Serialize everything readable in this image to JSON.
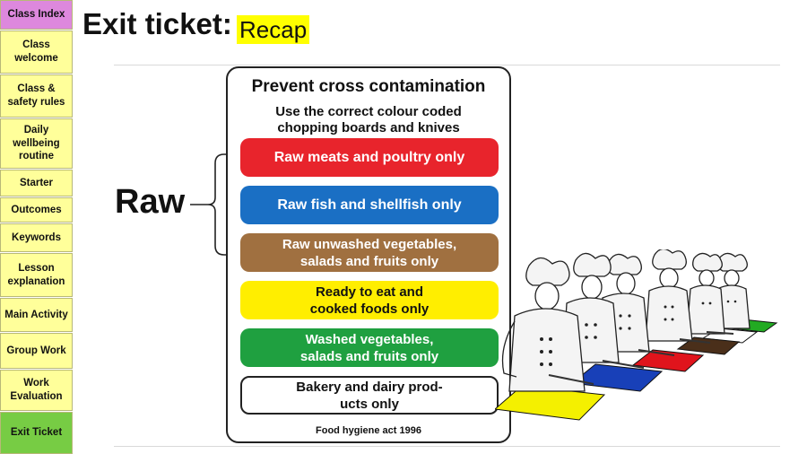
{
  "sidebar": {
    "items": [
      {
        "label": "Class Index",
        "style": "index"
      },
      {
        "label": "Class\nwelcome",
        "style": "yellow"
      },
      {
        "label": "Class &\nsafety rules",
        "style": "yellow"
      },
      {
        "label": "Daily\nwellbeing\nroutine",
        "style": "yellow"
      },
      {
        "label": "Starter",
        "style": "yellow"
      },
      {
        "label": "Outcomes",
        "style": "yellow"
      },
      {
        "label": "Keywords",
        "style": "yellow"
      },
      {
        "label": "Lesson\nexplanation",
        "style": "yellow"
      },
      {
        "label": "Main Activity",
        "style": "yellow"
      },
      {
        "label": "Group Work",
        "style": "yellow"
      },
      {
        "label": "Work\nEvaluation",
        "style": "yellow"
      },
      {
        "label": "Exit Ticket",
        "style": "exit"
      }
    ]
  },
  "header": {
    "title": "Exit ticket:",
    "highlight": "Recap"
  },
  "raw_label": "Raw",
  "poster": {
    "title": "Prevent cross contamination",
    "subtitle": "Use the correct colour coded\nchopping boards and knives",
    "bands": [
      {
        "text": "Raw meats and poultry only",
        "bg": "#e8242c",
        "fg": "#ffffff"
      },
      {
        "text": "Raw fish and shellfish only",
        "bg": "#1a6fc4",
        "fg": "#ffffff"
      },
      {
        "text": "Raw unwashed vegetables,\nsalads and fruits only",
        "bg": "#a07040",
        "fg": "#ffffff"
      },
      {
        "text": "Ready to eat and\ncooked foods only",
        "bg": "#ffee00",
        "fg": "#111111"
      },
      {
        "text": "Washed vegetables,\nsalads and fruits only",
        "bg": "#1fa040",
        "fg": "#ffffff"
      },
      {
        "text": "Bakery and dairy prod-\nucts only",
        "bg": "#ffffff",
        "fg": "#111111"
      }
    ],
    "footer": "Food hygiene act 1996"
  },
  "colors": {
    "sidebar_yellow": "#ffff9a",
    "sidebar_index": "#dd88dd",
    "sidebar_exit": "#77cc44",
    "recap_highlight": "#ffff00"
  }
}
